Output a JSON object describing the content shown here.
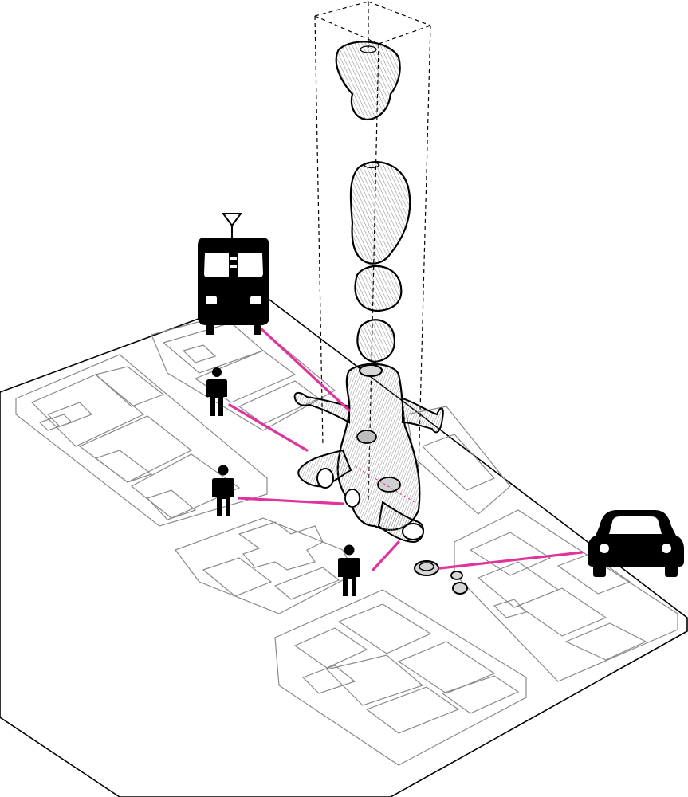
{
  "diagram": {
    "kind": "axonometric-urban-diagram",
    "colors": {
      "background": "#ffffff",
      "ink": "#000000",
      "linework": "#8a8a8a",
      "hatch": "#9a9a9a",
      "sculpture_fill": "#e2e2e2",
      "connector": "#e0339b"
    },
    "icons": [
      "tram-icon",
      "pedestrian-icon",
      "car-icon"
    ],
    "pedestrian_count": 3,
    "elevated_form_count": 4
  }
}
